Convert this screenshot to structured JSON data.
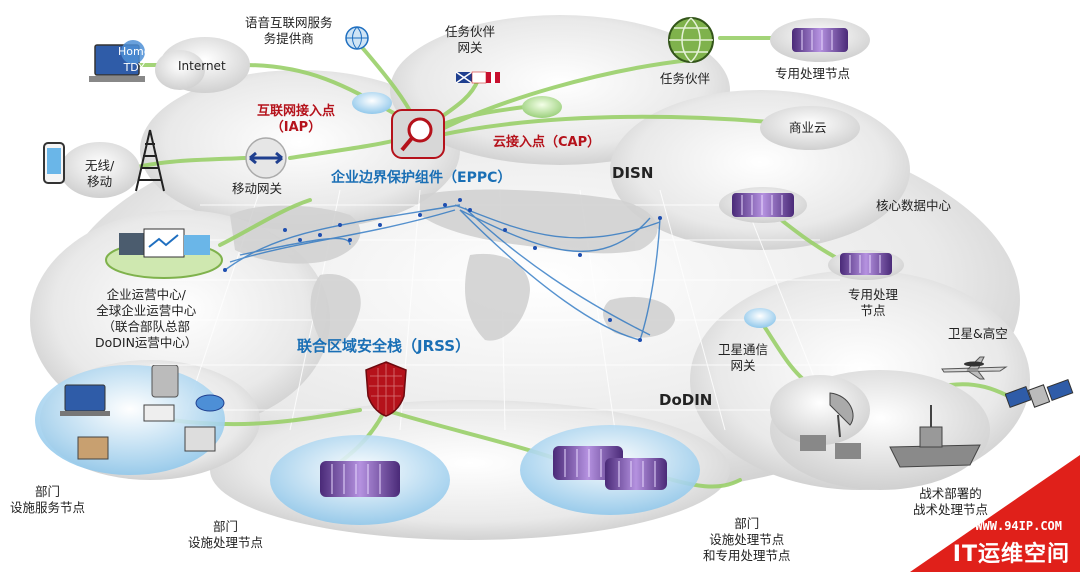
{
  "labels": {
    "voip_provider": "语音互联网服务\n务提供商",
    "mission_partner_gw": "任务伙伴\n网关",
    "mission_partner": "任务伙伴",
    "special_node_top": "专用处理节点",
    "internet": "Internet",
    "home_tdy": "Home\nTDY",
    "iap": "互联网接入点\n（IAP）",
    "cap": "云接入点（CAP）",
    "commercial_cloud": "商业云",
    "wireless": "无线/\n移动",
    "mobile_gw": "移动网关",
    "eppc": "企业边界保护组件（EPPC）",
    "disn": "DISN",
    "core_dc": "核心数据中心",
    "special_node_right": "专用处理\n节点",
    "ops_center": "企业运营中心/\n全球企业运营中心\n（联合部队总部\nDoDIN运营中心）",
    "jrss": "联合区域安全栈（JRSS）",
    "sat_gw": "卫星通信\n网关",
    "sat_air": "卫星&高空",
    "dodin": "DoDIN",
    "dept_service": "部门\n设施服务节点",
    "dept_processing": "部门\n设施处理节点",
    "dept_special": "部门\n设施处理节点\n和专用处理节点",
    "tactical": "战术部署的\n战术处理节点"
  },
  "watermark": {
    "url": "WWW.94IP.COM",
    "brand": "IT运维空间"
  },
  "colors": {
    "link": "#1f6fc0",
    "cable": "#9ad06a",
    "cloud_fill": "#e6e6e6",
    "server": "#7a4fa8",
    "label_red": "#b5121b",
    "label_blue": "#1a6fb5",
    "watermark_red": "#e0201a"
  },
  "icons": [
    "laptop-icon",
    "cloud-icon",
    "globe-icon",
    "magnifier-icon",
    "flags-icon",
    "server-rack-icon",
    "phone-icon",
    "tower-icon",
    "gateway-arrows-icon",
    "dashboard-icon",
    "shield-icon",
    "router-icon",
    "satellite-icon",
    "aircraft-icon",
    "ship-icon"
  ]
}
